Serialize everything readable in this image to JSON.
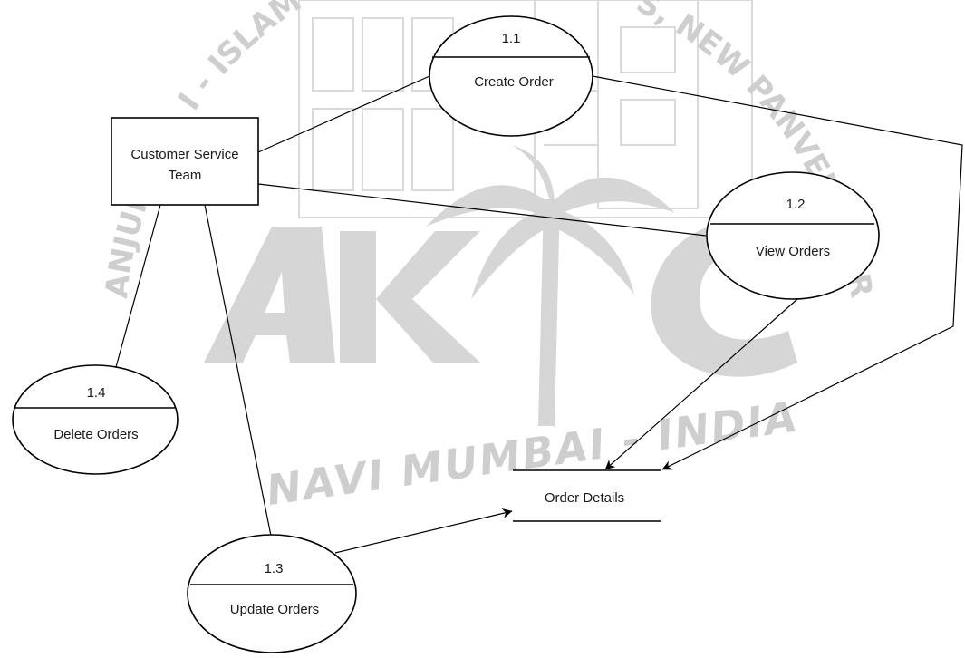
{
  "diagram": {
    "entity": {
      "line1": "Customer Service",
      "line2": "Team"
    },
    "processes": {
      "p11": {
        "number": "1.1",
        "label": "Create Order"
      },
      "p12": {
        "number": "1.2",
        "label": "View Orders"
      },
      "p13": {
        "number": "1.3",
        "label": "Update Orders"
      },
      "p14": {
        "number": "1.4",
        "label": "Delete Orders"
      }
    },
    "datastore": {
      "label": "Order Details"
    }
  },
  "watermark": {
    "logo": "AKTC",
    "bottom_text": "NAVI MUMBAI - INDIA",
    "ring_left": "ANJUMAN - I - ISLAM'S ENGINEERING",
    "ring_right": "S, NEW PANVEL PHARMACY"
  }
}
